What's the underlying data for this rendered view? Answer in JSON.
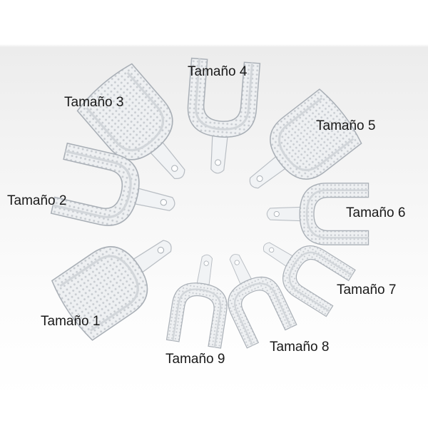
{
  "labels": {
    "size1": "Tamaño 1",
    "size2": "Tamaño 2",
    "size3": "Tamaño 3",
    "size4": "Tamaño 4",
    "size5": "Tamaño 5",
    "size6": "Tamaño 6",
    "size7": "Tamaño 7",
    "size8": "Tamaño 8",
    "size9": "Tamaño 9"
  }
}
